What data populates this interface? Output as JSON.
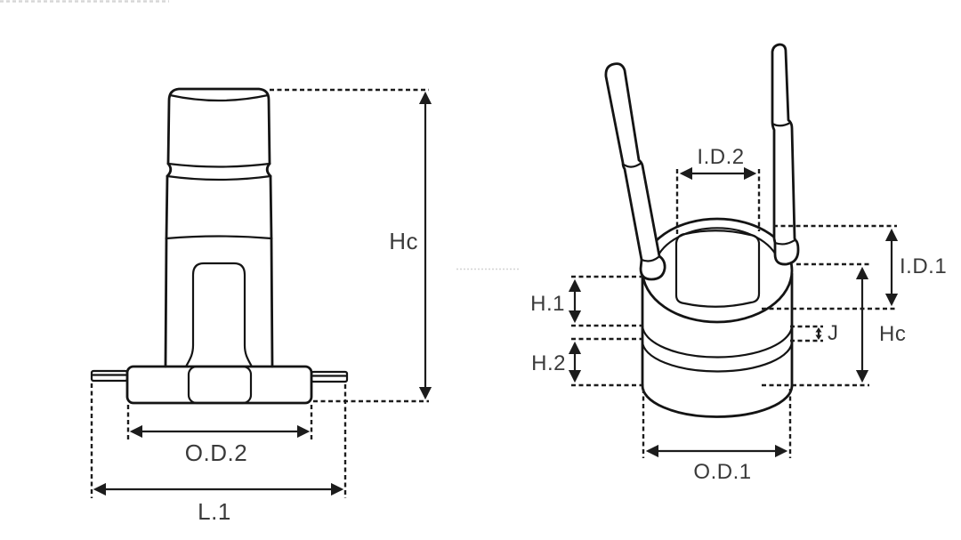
{
  "canvas": {
    "background": "#ffffff",
    "line_color": "#141414",
    "dimension_line_color": "#1c1c1c",
    "label_color": "#3a3a3a"
  },
  "views": {
    "side_view": {
      "name": "slip ring side profile view",
      "dimensions": {
        "hc": {
          "label": "Hc"
        },
        "od2": {
          "label": "O.D.2"
        },
        "l1": {
          "label": "L.1"
        }
      }
    },
    "perspective_view": {
      "name": "slip ring perspective view with lead wires",
      "dimensions": {
        "id2": {
          "label": "I.D.2"
        },
        "id1": {
          "label": "I.D.1"
        },
        "h1": {
          "label": "H.1"
        },
        "h2": {
          "label": "H.2"
        },
        "j": {
          "label": "J"
        },
        "hc": {
          "label": "Hc"
        },
        "od1": {
          "label": "O.D.1"
        }
      }
    }
  }
}
